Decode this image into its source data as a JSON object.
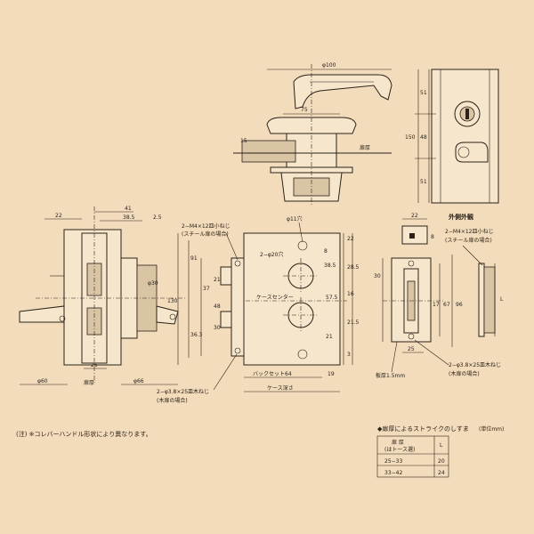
{
  "top_view": {
    "dims": [
      "φ100",
      "75",
      "15",
      "150",
      "51",
      "48",
      "51"
    ],
    "thickness_label": "扉厚"
  },
  "side_view": {
    "dims": [
      "22",
      "41",
      "38.5",
      "2.5",
      "φ30",
      "25"
    ],
    "labels": {
      "thickness": "扉厚",
      "phi_left": "φ60",
      "phi_right": "φ66"
    }
  },
  "case_view": {
    "dims": [
      "φ11穴",
      "2−φ20穴",
      "130",
      "91",
      "36.3",
      "37",
      "48",
      "21",
      "30",
      "38.5",
      "8",
      "57.5",
      "21",
      "19",
      "28.5",
      "21.5",
      "16",
      "22",
      "3"
    ],
    "labels": {
      "screw_top": "2−M4×12皿小ねじ",
      "screw_top_note": "(スチール扉の場合)",
      "case_center": "ケースセンター",
      "backset": "バックセット64",
      "case_depth": "ケース深さ",
      "screw_bottom": "2−φ3.8×25皿木ねじ",
      "screw_bottom_note": "(木扉の場合)",
      "dim_19": "19"
    }
  },
  "strike_view": {
    "title": "外側外観",
    "dims": [
      "22",
      "8",
      "30",
      "17",
      "67",
      "96",
      "25",
      "L"
    ],
    "labels": {
      "screw_top": "2−M4×12皿小ねじ",
      "screw_top_note": "(スチール扉の場合)",
      "screw_bottom": "2−φ3.8×25皿木ねじ",
      "screw_bottom_note": "(木扉の場合)",
      "thickness": "板厚1.5mm"
    }
  },
  "note": "(注) ※コレバーハンドル形状により異なります。",
  "table": {
    "title": "◆扉厚によるストライクのしすま",
    "unit": "(単位mm)",
    "header": [
      "扉 厚",
      "L"
    ],
    "subheader": "(はトース選)",
    "rows": [
      [
        "25−33",
        "20"
      ],
      [
        "33−42",
        "24"
      ]
    ]
  }
}
